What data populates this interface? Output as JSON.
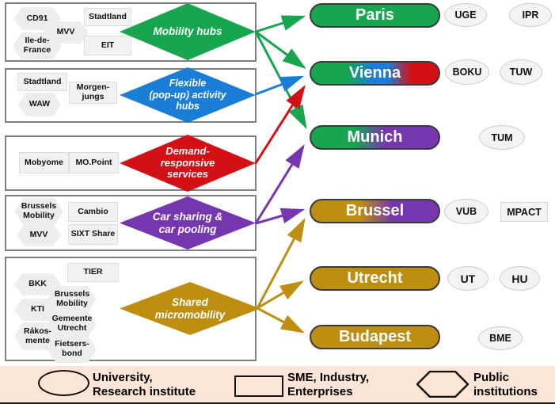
{
  "colors": {
    "green": "#17a54f",
    "blue": "#1b7ed6",
    "red": "#d21117",
    "purple": "#7636ad",
    "gold": "#bd8e0f",
    "legend_bg": "#fce4d6"
  },
  "topics": [
    {
      "label": "Mobility hubs",
      "color": "green",
      "partners": [
        {
          "name": "CD91",
          "type": "public"
        },
        {
          "name": "MVV",
          "type": "public"
        },
        {
          "name": "Ile-de-\nFrance",
          "type": "public"
        },
        {
          "name": "Stadtland",
          "type": "sme"
        },
        {
          "name": "EIT",
          "type": "sme"
        }
      ]
    },
    {
      "label": "Flexible\n(pop-up) activity\nhubs",
      "color": "blue",
      "partners": [
        {
          "name": "Stadtland",
          "type": "sme"
        },
        {
          "name": "WAW",
          "type": "public"
        },
        {
          "name": "Morgen-\njungs",
          "type": "sme"
        }
      ]
    },
    {
      "label": "Demand-\nresponsive\nservices",
      "color": "red",
      "partners": [
        {
          "name": "Mobyome",
          "type": "sme"
        },
        {
          "name": "MO.Point",
          "type": "sme"
        }
      ]
    },
    {
      "label": "Car sharing &\ncar pooling",
      "color": "purple",
      "partners": [
        {
          "name": "Brussels\nMobility",
          "type": "public"
        },
        {
          "name": "MVV",
          "type": "public"
        },
        {
          "name": "Cambio",
          "type": "sme"
        },
        {
          "name": "SIXT Share",
          "type": "sme"
        }
      ]
    },
    {
      "label": "Shared\nmicromobility",
      "color": "gold",
      "partners": [
        {
          "name": "TIER",
          "type": "sme"
        },
        {
          "name": "BKK",
          "type": "public"
        },
        {
          "name": "KTI",
          "type": "public"
        },
        {
          "name": "Rákos-\nmente",
          "type": "public"
        },
        {
          "name": "Brussels\nMobility",
          "type": "public"
        },
        {
          "name": "Gemeente\nUtrecht",
          "type": "public"
        },
        {
          "name": "Fietsers-\nbond",
          "type": "public"
        }
      ]
    }
  ],
  "cities": [
    {
      "name": "Paris",
      "colors": [
        "green"
      ],
      "institutions": [
        {
          "name": "UGE",
          "type": "university"
        },
        {
          "name": "IPR",
          "type": "university"
        }
      ]
    },
    {
      "name": "Vienna",
      "colors": [
        "green",
        "blue",
        "red"
      ],
      "institutions": [
        {
          "name": "BOKU",
          "type": "university"
        },
        {
          "name": "TUW",
          "type": "university"
        }
      ]
    },
    {
      "name": "Munich",
      "colors": [
        "green",
        "purple"
      ],
      "institutions": [
        {
          "name": "TUM",
          "type": "university"
        }
      ]
    },
    {
      "name": "Brussel",
      "colors": [
        "gold",
        "purple"
      ],
      "institutions": [
        {
          "name": "VUB",
          "type": "university"
        },
        {
          "name": "MPACT",
          "type": "sme"
        }
      ]
    },
    {
      "name": "Utrecht",
      "colors": [
        "gold"
      ],
      "institutions": [
        {
          "name": "UT",
          "type": "university"
        },
        {
          "name": "HU",
          "type": "university"
        }
      ]
    },
    {
      "name": "Budapest",
      "colors": [
        "gold"
      ],
      "institutions": [
        {
          "name": "BME",
          "type": "university"
        }
      ]
    }
  ],
  "connections": [
    {
      "from": "Mobility hubs",
      "to": "Paris",
      "color": "green"
    },
    {
      "from": "Mobility hubs",
      "to": "Vienna",
      "color": "green"
    },
    {
      "from": "Mobility hubs",
      "to": "Munich",
      "color": "green"
    },
    {
      "from": "Flexible (pop-up) activity hubs",
      "to": "Vienna",
      "color": "blue"
    },
    {
      "from": "Demand-responsive services",
      "to": "Vienna",
      "color": "red"
    },
    {
      "from": "Car sharing & car pooling",
      "to": "Munich",
      "color": "purple"
    },
    {
      "from": "Car sharing & car pooling",
      "to": "Brussel",
      "color": "purple"
    },
    {
      "from": "Shared micromobility",
      "to": "Brussel",
      "color": "gold"
    },
    {
      "from": "Shared micromobility",
      "to": "Utrecht",
      "color": "gold"
    },
    {
      "from": "Shared micromobility",
      "to": "Budapest",
      "color": "gold"
    }
  ],
  "legend": {
    "items": [
      {
        "shape": "ellipse",
        "label": "University,\nResearch institute"
      },
      {
        "shape": "rectangle",
        "label": "SME, Industry,\nEnterprises"
      },
      {
        "shape": "hexagon",
        "label": "Public\ninstitutions"
      }
    ]
  }
}
